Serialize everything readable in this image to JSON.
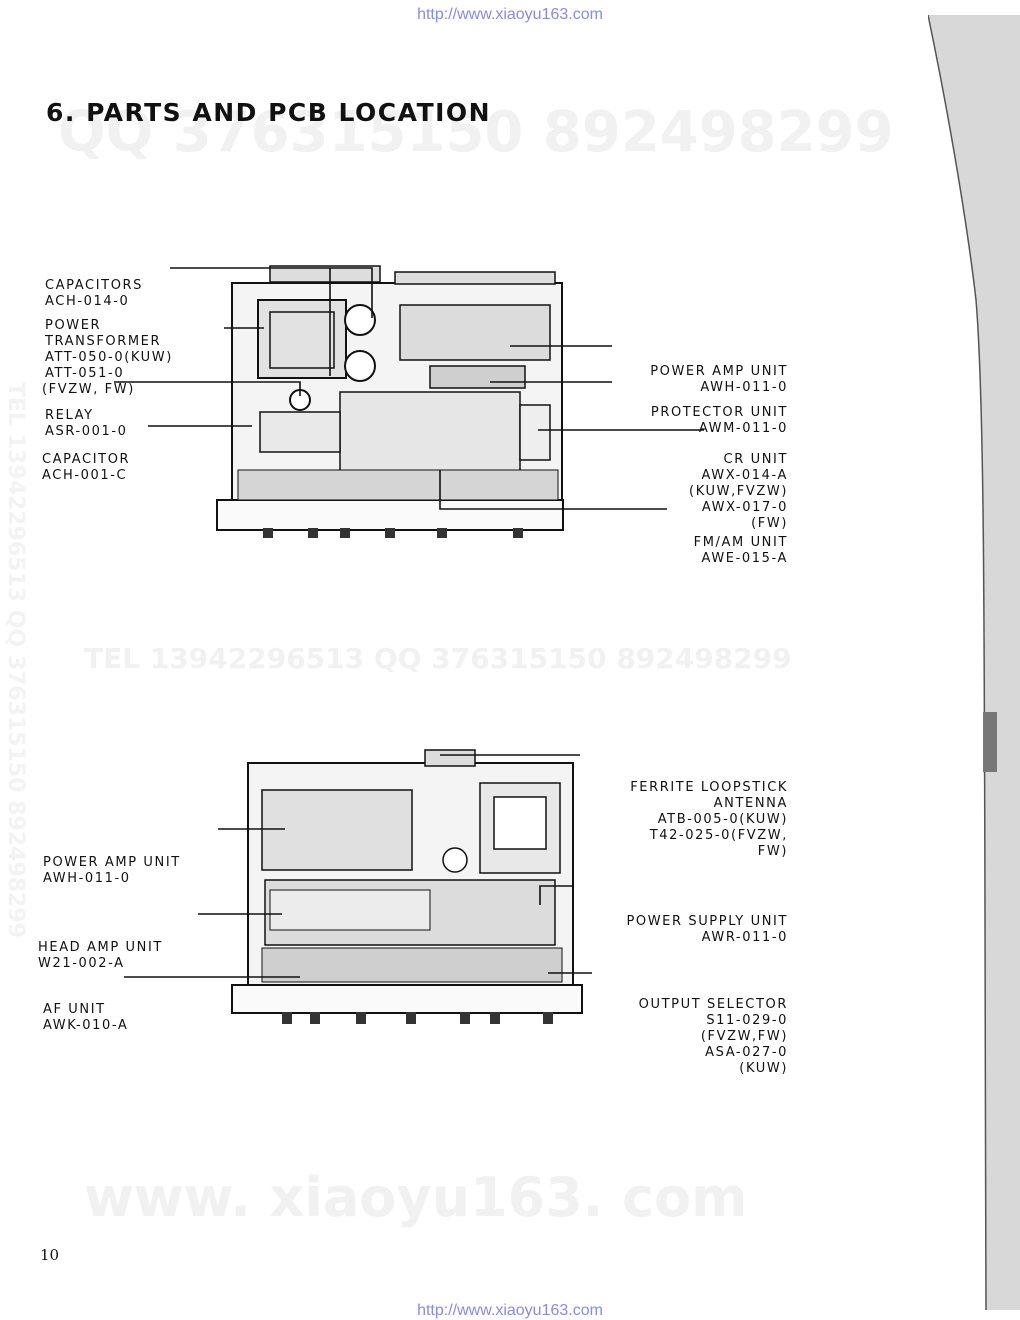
{
  "header": {
    "url": "http://www.xiaoyu163.com"
  },
  "footer": {
    "url": "http://www.xiaoyu163.com",
    "page_number": "10"
  },
  "watermarks": {
    "top": "QQ 376315150   892498299",
    "middle": "TEL 13942296513     QQ 376315150 892498299",
    "vertical": "TEL 13942296513  QQ 376315150  892498299",
    "bottom": "www. xiaoyu163. com"
  },
  "section": {
    "title": "6. PARTS AND PCB LOCATION"
  },
  "top_view": {
    "labels_left": [
      {
        "lines": [
          "CAPACITORS",
          "ACH-014-0"
        ]
      },
      {
        "lines": [
          "POWER",
          "TRANSFORMER",
          "ATT-050-0(KUW)",
          "ATT-051-0",
          "(FVZW, FW)"
        ]
      },
      {
        "lines": [
          "RELAY",
          "ASR-001-0"
        ]
      },
      {
        "lines": [
          "CAPACITOR",
          "ACH-001-C"
        ]
      }
    ],
    "labels_right": [
      {
        "lines": [
          "POWER AMP UNIT",
          "AWH-011-0"
        ]
      },
      {
        "lines": [
          "PROTECTOR UNIT",
          "AWM-011-0"
        ]
      },
      {
        "lines": [
          "CR UNIT",
          "AWX-014-A",
          "(KUW,FVZW)",
          "AWX-017-0",
          "(FW)"
        ]
      },
      {
        "lines": [
          "FM/AM UNIT",
          "AWE-015-A"
        ]
      }
    ]
  },
  "bottom_view": {
    "labels_left": [
      {
        "lines": [
          "POWER AMP UNIT",
          "AWH-011-0"
        ]
      },
      {
        "lines": [
          "HEAD AMP UNIT",
          "W21-002-A"
        ]
      },
      {
        "lines": [
          "AF UNIT",
          "AWK-010-A"
        ]
      }
    ],
    "labels_right": [
      {
        "lines": [
          "FERRITE LOOPSTICK",
          "ANTENNA",
          "ATB-005-0(KUW)",
          "T42-025-0(FVZW,",
          "FW)"
        ]
      },
      {
        "lines": [
          "POWER SUPPLY UNIT",
          "AWR-011-0"
        ]
      },
      {
        "lines": [
          "OUTPUT SELECTOR",
          "S11-029-0",
          "(FVZW,FW)",
          "ASA-027-0",
          "(KUW)"
        ]
      }
    ]
  }
}
